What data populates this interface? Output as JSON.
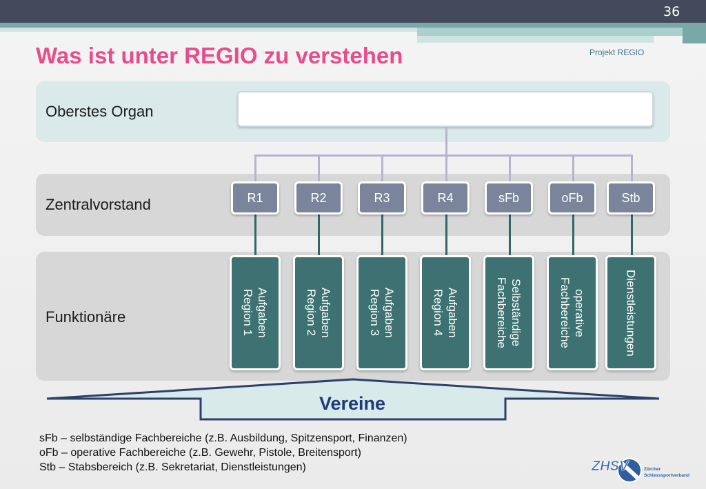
{
  "slide": {
    "number": "36",
    "title": "Was ist unter REGIO zu verstehen",
    "project_label": "Projekt REGIO"
  },
  "levels": {
    "top_label": "Oberstes Organ",
    "mid_label": "Zentralvorstand",
    "bottom_label": "Funktionäre"
  },
  "units": [
    {
      "code": "R1",
      "function": "Aufgaben\nRegion 1"
    },
    {
      "code": "R2",
      "function": "Aufgaben\nRegion 2"
    },
    {
      "code": "R3",
      "function": "Aufgaben\nRegion 3"
    },
    {
      "code": "R4",
      "function": "Aufgaben\nRegion 4"
    },
    {
      "code": "sFb",
      "function": "Selbständige\nFachbereiche"
    },
    {
      "code": "oFb",
      "function": "operative\nFachbereiche"
    },
    {
      "code": "Stb",
      "function": "Dienstleistungen"
    }
  ],
  "base": {
    "label": "Vereine"
  },
  "legend": [
    "sFb – selbständige Fachbereiche (z.B. Ausbildung, Spitzensport, Finanzen)",
    "oFb – operative Fachbereiche (z.B. Gewehr, Pistole, Breitensport)",
    "Stb – Stabsbereich (z.B. Sekretariat, Dienstleistungen)"
  ],
  "logo": {
    "mark": "ZHSV",
    "line1": "Zürcher",
    "line2": "Schiesssportverband"
  },
  "colors": {
    "title": "#e94c8b",
    "unit_box": "#7a849a",
    "function_box": "#3e7272",
    "base_text": "#1f3a7a"
  }
}
